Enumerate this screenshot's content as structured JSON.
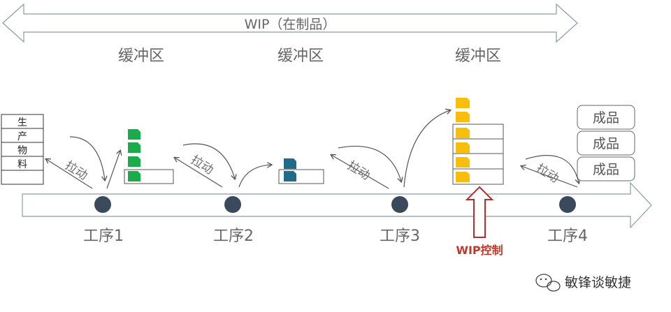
{
  "wip_label": "WIP（在制品）",
  "buffers": [
    "缓冲区",
    "缓冲区",
    "缓冲区"
  ],
  "processes": [
    "工序1",
    "工序2",
    "工序3",
    "工序4"
  ],
  "pull_label": "拉动",
  "plan_box": [
    "生",
    "产",
    "物",
    "料"
  ],
  "finished_goods": [
    "成品",
    "成品",
    "成品"
  ],
  "wip_control_label": "WIP控制",
  "watermark": "敏锋谈敏捷",
  "colors": {
    "green": "#1aab4a",
    "teal": "#1f6b88",
    "yellow": "#f7bf0b",
    "node": "#3a4a5c",
    "control_arrow": "#b03030"
  }
}
